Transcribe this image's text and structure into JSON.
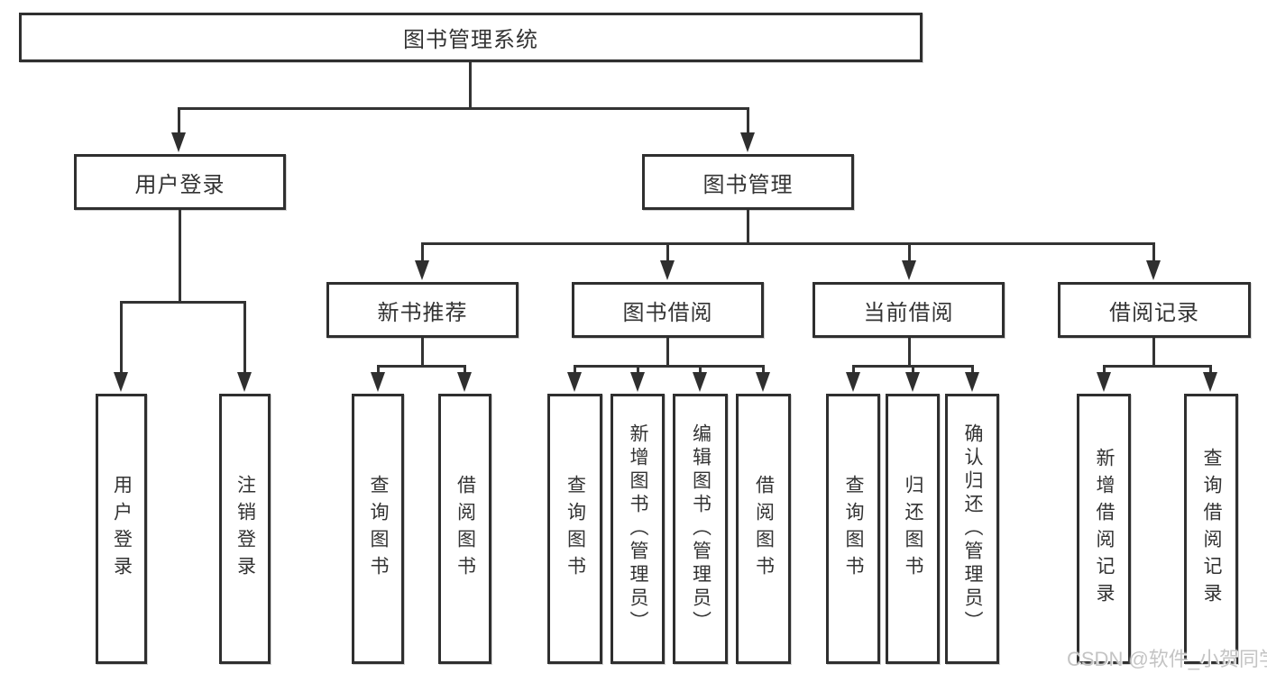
{
  "diagram": {
    "root": "图书管理系统",
    "level2": [
      "用户登录",
      "图书管理"
    ],
    "level3": [
      "新书推荐",
      "图书借阅",
      "当前借阅",
      "借阅记录"
    ],
    "leaves": [
      "用户登录",
      "注销登录",
      "查询图书",
      "借阅图书",
      "查询图书",
      "新增图书（管理员）",
      "编辑图书（管理员）",
      "借阅图书",
      "查询图书",
      "归还图书",
      "确认归还（管理员）",
      "新增借阅记录",
      "查询借阅记录"
    ],
    "watermark": "CSDN @软件_小贺同学",
    "colors": {
      "line": "#333333",
      "border": "#2f2f2f",
      "text": "#333333",
      "watermark": "#c4c4c4",
      "background": "#ffffff"
    }
  }
}
